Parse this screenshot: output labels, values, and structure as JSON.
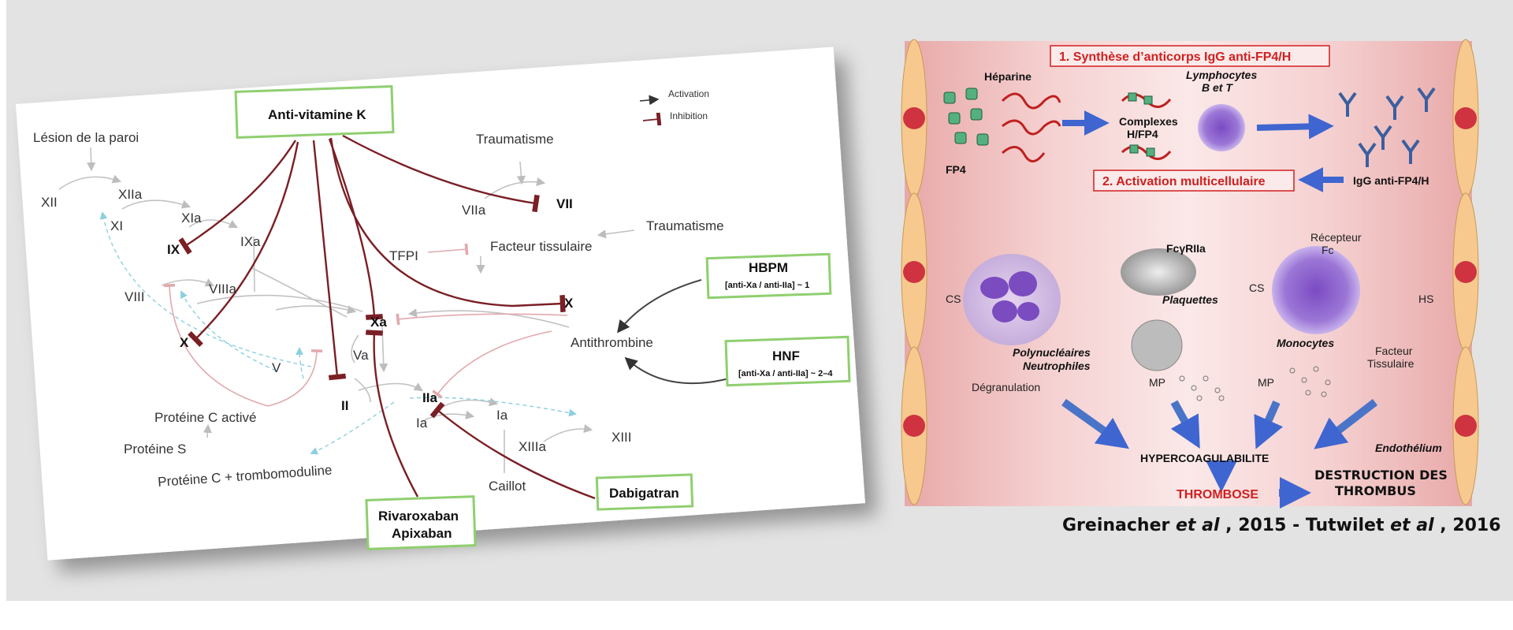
{
  "cascade": {
    "legend": {
      "activation": "Activation",
      "inhibition": "Inhibition"
    },
    "avk": "Anti-vitamine K",
    "hbpm": {
      "title": "HBPM",
      "sub": "[anti-Xa / anti-IIa] ~ 1"
    },
    "hnf": {
      "title": "HNF",
      "sub": "[anti-Xa / anti-IIa] ~ 2–4"
    },
    "riva": {
      "line1": "Rivaroxaban",
      "line2": "Apixaban"
    },
    "dabi": "Dabigatran",
    "labels": {
      "lesion": "Lésion de la paroi",
      "xii": "XII",
      "xiia": "XIIa",
      "xi": "XI",
      "xia": "XIa",
      "ix": "IX",
      "ixa": "IXa",
      "viii": "VIII",
      "viiia": "VIIIa",
      "x_left": "X",
      "v": "V",
      "va": "Va",
      "xa": "Xa",
      "ii": "II",
      "iia": "IIa",
      "ia_left": "Ia",
      "ia_right": "Ia",
      "xiiia": "XIIIa",
      "xiii": "XIII",
      "caillot": "Caillot",
      "trauma1": "Traumatisme",
      "trauma2": "Traumatisme",
      "viia": "VIIa",
      "vii": "VII",
      "tfpi": "TFPI",
      "facteur": "Facteur tissulaire",
      "x_right": "X",
      "antithrombine": "Antithrombine",
      "prot_c_act": "Protéine C activé",
      "prot_s": "Protéine S",
      "prot_c_tm": "Protéine C + trombomoduline"
    }
  },
  "hit": {
    "step1": "1. Synthèse d’anticorps IgG anti-FP4/H",
    "step2": "2. Activation multicellulaire",
    "heparine": "Héparine",
    "fp4": "FP4",
    "complexes": [
      "Complexes",
      "H/FP4"
    ],
    "lymphocytes": [
      "Lymphocytes",
      "B et T"
    ],
    "igg": "IgG anti-FP4/H",
    "fcgriia": "FcγRIIa",
    "recepteur": [
      "Récepteur",
      "Fc"
    ],
    "cs_left": "CS",
    "cs_mid": "CS",
    "hs": "HS",
    "plaquettes": "Plaquettes",
    "poly": [
      "Polynucléaires",
      "Neutrophiles"
    ],
    "degranulation": "Dégranulation",
    "monocytes": "Monocytes",
    "facteur": [
      "Facteur",
      "Tissulaire"
    ],
    "mp_left": "MP",
    "mp_right": "MP",
    "endothelium": "Endothélium",
    "hyper": "HYPERCOAGULABILITE",
    "thrombose": "THROMBOSE",
    "destruction": [
      "DESTRUCTION DES",
      "THROMBUS"
    ]
  },
  "citation": {
    "a": "Greinacher ",
    "etal1": "et al",
    "b": ", 2015 - Tutwilet ",
    "etal2": "et al",
    "c": ", 2016"
  },
  "colors": {
    "inhibit": "#7a1f25",
    "activate": "#333333",
    "box_border": "#8fcf6f",
    "hit_red": "#d02020"
  }
}
